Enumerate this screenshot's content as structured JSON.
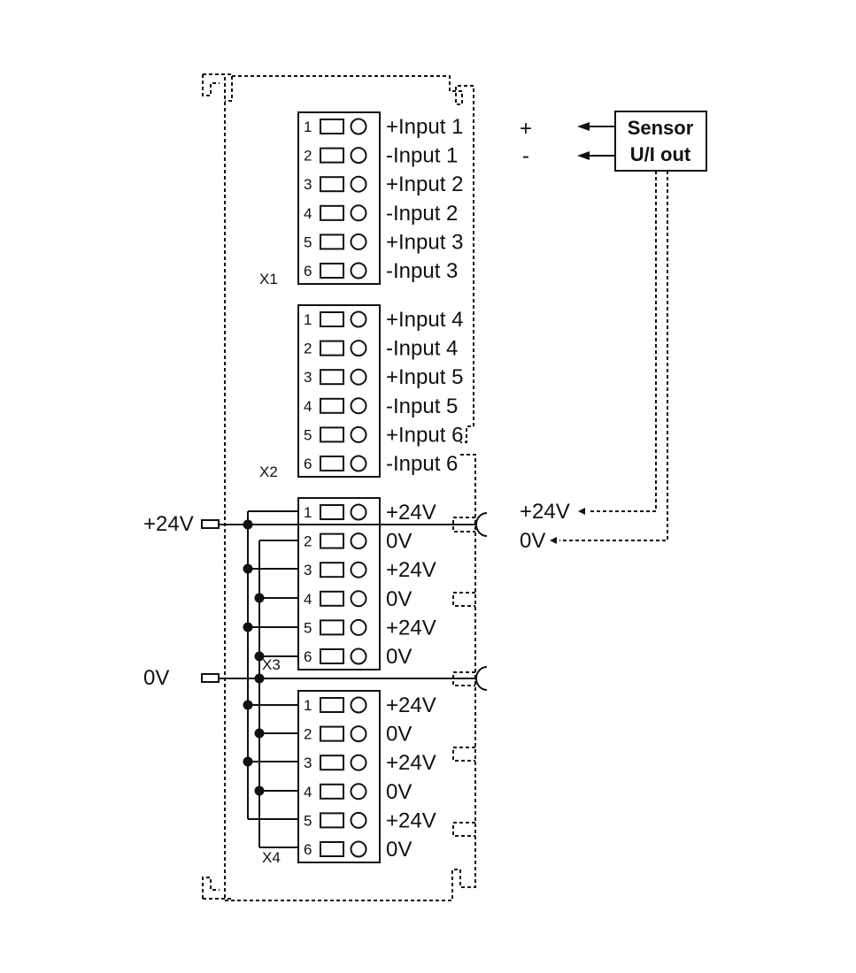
{
  "blocks": [
    {
      "id": "X1",
      "name": "X1",
      "pins": [
        {
          "num": "1",
          "label": "+Input 1"
        },
        {
          "num": "2",
          "label": "-Input 1"
        },
        {
          "num": "3",
          "label": "+Input 2"
        },
        {
          "num": "4",
          "label": "-Input 2"
        },
        {
          "num": "5",
          "label": "+Input 3"
        },
        {
          "num": "6",
          "label": "-Input 3"
        }
      ]
    },
    {
      "id": "X2",
      "name": "X2",
      "pins": [
        {
          "num": "1",
          "label": "+Input 4"
        },
        {
          "num": "2",
          "label": "-Input 4"
        },
        {
          "num": "3",
          "label": "+Input 5"
        },
        {
          "num": "4",
          "label": "-Input 5"
        },
        {
          "num": "5",
          "label": "+Input 6"
        },
        {
          "num": "6",
          "label": "-Input 6"
        }
      ]
    },
    {
      "id": "X3",
      "name": "X3",
      "pins": [
        {
          "num": "1",
          "label": "+24V"
        },
        {
          "num": "2",
          "label": "0V"
        },
        {
          "num": "3",
          "label": "+24V"
        },
        {
          "num": "4",
          "label": "0V"
        },
        {
          "num": "5",
          "label": "+24V"
        },
        {
          "num": "6",
          "label": "0V"
        }
      ]
    },
    {
      "id": "X4",
      "name": "X4",
      "pins": [
        {
          "num": "1",
          "label": "+24V"
        },
        {
          "num": "2",
          "label": "0V"
        },
        {
          "num": "3",
          "label": "+24V"
        },
        {
          "num": "4",
          "label": "0V"
        },
        {
          "num": "5",
          "label": "+24V"
        },
        {
          "num": "6",
          "label": "0V"
        }
      ]
    }
  ],
  "supply": {
    "plus_label": "+24V",
    "zero_label": "0V"
  },
  "sensor": {
    "line1": "Sensor",
    "line2": "U/I out",
    "plus_label": "+",
    "minus_label": "-",
    "supply_plus_label": "+24V",
    "supply_zero_label": "0V"
  }
}
